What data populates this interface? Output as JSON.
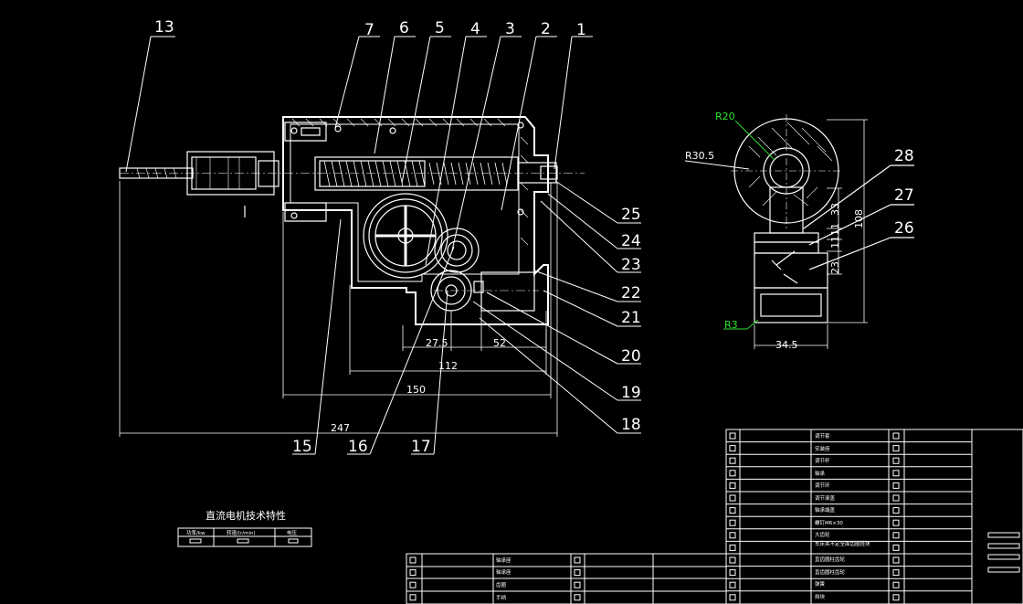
{
  "callouts_top": [
    "13",
    "7",
    "6",
    "5",
    "4",
    "3",
    "2",
    "1"
  ],
  "callouts_right": [
    "25",
    "24",
    "23",
    "22",
    "21",
    "20",
    "19",
    "18"
  ],
  "callouts_bottom": [
    "15",
    "16",
    "17"
  ],
  "callouts_side": [
    "28",
    "27",
    "26"
  ],
  "dimensions": {
    "d1": "27.5",
    "d2": "52",
    "d3": "112",
    "d4": "150",
    "d5": "247",
    "d6": "34.5",
    "d7": "108",
    "d8": "33",
    "d9": "11",
    "d10": "11",
    "d11": "23"
  },
  "radii": {
    "r20": "R20",
    "r30": "R30.5",
    "r3": "R3"
  },
  "motor_table": {
    "title": "直流电机技术特性",
    "headers": [
      "功率/kw",
      "转速/(r/min)",
      "电压"
    ]
  },
  "parts_right": [
    "调节套",
    "安装座",
    "调节杆",
    "轴承",
    "调节环",
    "调节滚盖",
    "轴承端盖",
    "螺钉M6×30",
    "大齿轮",
    "车床夹不定全面齿圈挂块",
    "直齿圆柱齿轮",
    "直齿圆柱齿轮",
    "弹簧",
    "挡块"
  ],
  "parts_bottom": [
    "轴承座",
    "轴承座",
    "齿圈",
    "手柄"
  ]
}
